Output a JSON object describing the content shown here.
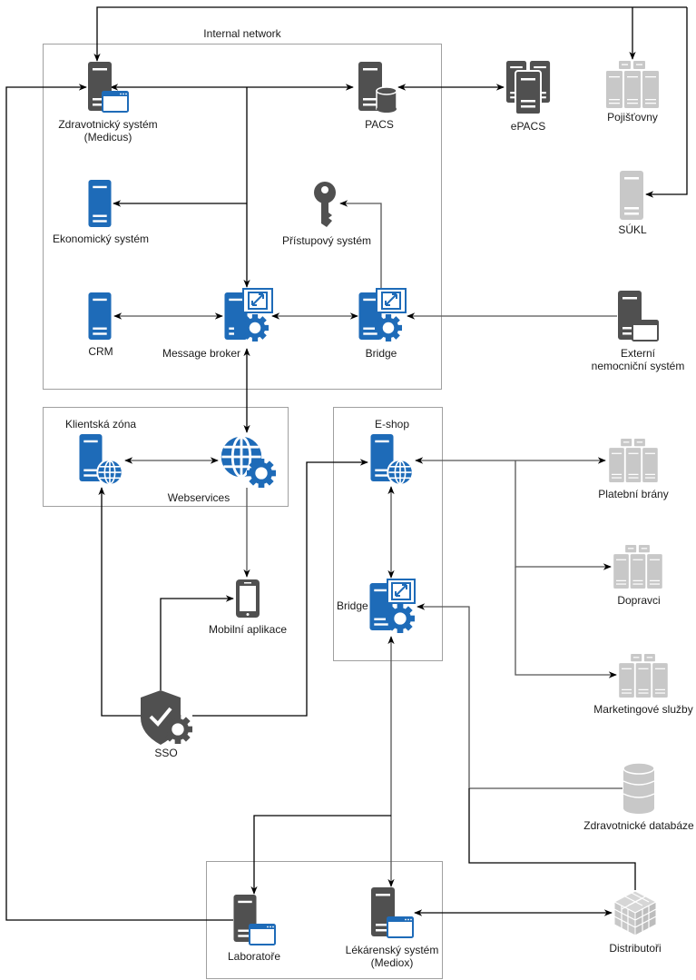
{
  "colors": {
    "dark_icon": "#505050",
    "blue_icon": "#1e6bb8",
    "grey_icon": "#c8c8c8",
    "zone_border": "#a0a0a0",
    "edge": "#000000",
    "edge_grey": "#666666"
  },
  "zones": [
    {
      "id": "internal",
      "label": "Internal network"
    },
    {
      "id": "klient",
      "label": "Klientská zóna"
    },
    {
      "id": "eshop",
      "label": "E-shop"
    },
    {
      "id": "bottom",
      "label": ""
    }
  ],
  "nodes": [
    {
      "id": "medicus",
      "label_lines": [
        "Zdravotnický systém",
        "(Medicus)"
      ],
      "icon": "server-window-icon"
    },
    {
      "id": "pacs",
      "label_lines": [
        "PACS"
      ],
      "icon": "server-database-icon"
    },
    {
      "id": "epacs",
      "label_lines": [
        "ePACS"
      ],
      "icon": "server-cluster-icon"
    },
    {
      "id": "pojistovny",
      "label_lines": [
        "Pojišťovny"
      ],
      "icon": "server-farm-icon"
    },
    {
      "id": "ekonomicky",
      "label_lines": [
        "Ekonomický systém"
      ],
      "icon": "server-icon"
    },
    {
      "id": "pristupovy",
      "label_lines": [
        "Přístupový systém"
      ],
      "icon": "key-icon"
    },
    {
      "id": "sukl",
      "label_lines": [
        "SÚKL"
      ],
      "icon": "server-icon"
    },
    {
      "id": "crm",
      "label_lines": [
        "CRM"
      ],
      "icon": "server-icon"
    },
    {
      "id": "broker",
      "label_lines": [
        "Message broker"
      ],
      "icon": "server-gear-icon"
    },
    {
      "id": "bridge1",
      "label_lines": [
        "Bridge"
      ],
      "icon": "server-gear-icon"
    },
    {
      "id": "externi",
      "label_lines": [
        "Externí",
        "nemocniční systém"
      ],
      "icon": "server-window-icon"
    },
    {
      "id": "klientska",
      "label_lines": [],
      "icon": "server-globe-icon"
    },
    {
      "id": "webservices",
      "label_lines": [
        "Webservices"
      ],
      "icon": "globe-gear-icon"
    },
    {
      "id": "eshop_srv",
      "label_lines": [],
      "icon": "server-globe-icon"
    },
    {
      "id": "platebni",
      "label_lines": [
        "Platební brány"
      ],
      "icon": "server-farm-icon"
    },
    {
      "id": "mobil",
      "label_lines": [
        "Mobilní aplikace"
      ],
      "icon": "smartphone-icon"
    },
    {
      "id": "bridge2",
      "label_lines": [
        "Bridge"
      ],
      "icon": "server-gear-icon"
    },
    {
      "id": "dopravci",
      "label_lines": [
        "Dopravci"
      ],
      "icon": "server-farm-icon"
    },
    {
      "id": "marketing",
      "label_lines": [
        "Marketingové služby"
      ],
      "icon": "server-farm-icon"
    },
    {
      "id": "sso",
      "label_lines": [
        "SSO"
      ],
      "icon": "shield-gear-icon"
    },
    {
      "id": "zdrav_db",
      "label_lines": [
        "Zdravotnické databáze"
      ],
      "icon": "database-icon"
    },
    {
      "id": "laboratore",
      "label_lines": [
        "Laboratoře"
      ],
      "icon": "server-window-icon"
    },
    {
      "id": "mediox",
      "label_lines": [
        "Lékárenský systém",
        "(Mediox)"
      ],
      "icon": "server-window-icon"
    },
    {
      "id": "distributori",
      "label_lines": [
        "Distributoři"
      ],
      "icon": "cube-grid-icon"
    }
  ],
  "edges": [
    {
      "from": "medicus",
      "to": "pacs",
      "type": "bidirectional"
    },
    {
      "from": "pacs",
      "to": "epacs",
      "type": "bidirectional"
    },
    {
      "from": "medicus",
      "to": "pojistovny",
      "type": "directed"
    },
    {
      "from": "medicus",
      "to": "sukl",
      "type": "directed"
    },
    {
      "from": "laboratore",
      "to": "medicus",
      "type": "directed"
    },
    {
      "from": "broker",
      "to": "ekonomicky",
      "type": "directed"
    },
    {
      "from": "broker",
      "to": "medicus",
      "type": "bidirectional"
    },
    {
      "from": "bridge1",
      "to": "pristupovy",
      "type": "directed"
    },
    {
      "from": "crm",
      "to": "broker",
      "type": "bidirectional"
    },
    {
      "from": "broker",
      "to": "bridge1",
      "type": "bidirectional"
    },
    {
      "from": "externi",
      "to": "bridge1",
      "type": "directed"
    },
    {
      "from": "broker",
      "to": "webservices",
      "type": "bidirectional"
    },
    {
      "from": "klientska",
      "to": "webservices",
      "type": "bidirectional"
    },
    {
      "from": "webservices",
      "to": "mobil",
      "type": "directed"
    },
    {
      "from": "sso",
      "to": "klientska",
      "type": "directed"
    },
    {
      "from": "sso",
      "to": "mobil",
      "type": "directed"
    },
    {
      "from": "sso",
      "to": "eshop_srv",
      "type": "directed"
    },
    {
      "from": "eshop_srv",
      "to": "platebni",
      "type": "bidirectional"
    },
    {
      "from": "eshop_srv",
      "to": "dopravci",
      "type": "directed"
    },
    {
      "from": "eshop_srv",
      "to": "marketing",
      "type": "directed"
    },
    {
      "from": "eshop_srv",
      "to": "bridge2",
      "type": "bidirectional"
    },
    {
      "from": "zdrav_db",
      "to": "bridge2",
      "type": "directed"
    },
    {
      "from": "distributori",
      "to": "bridge2",
      "type": "directed"
    },
    {
      "from": "bridge2",
      "to": "mediox",
      "type": "bidirectional"
    },
    {
      "from": "bridge2",
      "to": "laboratore",
      "type": "directed"
    },
    {
      "from": "mediox",
      "to": "distributori",
      "type": "bidirectional"
    }
  ]
}
